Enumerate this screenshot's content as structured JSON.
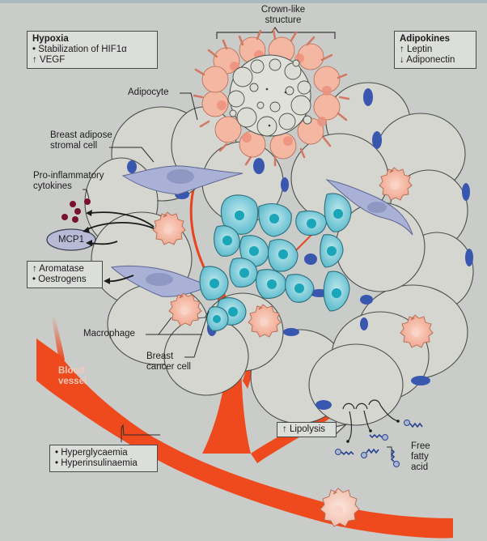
{
  "title_label": {
    "line1": "Crown-like",
    "line2": "structure"
  },
  "hypoxia_box": {
    "heading": "Hypoxia",
    "items": [
      "• Stabilization of HIF1α",
      "↑ VEGF"
    ]
  },
  "adipokines_box": {
    "heading": "Adipokines",
    "items": [
      "↑ Leptin",
      "↓ Adiponectin"
    ]
  },
  "aromatase_box": {
    "items": [
      "↑ Aromatase",
      "• Oestrogens"
    ]
  },
  "metabolic_box": {
    "items": [
      "• Hyperglycaemia",
      "• Hyperinsulinaemia"
    ]
  },
  "lipolysis_box": {
    "label": "↑ Lipolysis"
  },
  "labels": {
    "adipocyte": "Adipocyte",
    "stromal_line1": "Breast adipose",
    "stromal_line2": "stromal cell",
    "cytokines_line1": "Pro-inflammatory",
    "cytokines_line2": "cytokines",
    "mcp1": "MCP1",
    "macrophage": "Macrophage",
    "cancer_line1": "Breast",
    "cancer_line2": "cancer cell",
    "vessel_line1": "Blood",
    "vessel_line2": "vessel",
    "ffa_line1": "Free",
    "ffa_line2": "fatty",
    "ffa_line3": "acid"
  },
  "colors": {
    "background": "#c9ccc9",
    "adipocyte_fill": "#d6d6d0",
    "adipocyte_nucleus": "#3a57b0",
    "cancer_cell": "#6cc5d4",
    "cancer_nucleus": "#1aa5b8",
    "stromal_cell": "#a9b2d6",
    "macrophage": "#f0a88e",
    "blood_vessel": "#ee4a1e",
    "cytokine": "#7a1030"
  }
}
